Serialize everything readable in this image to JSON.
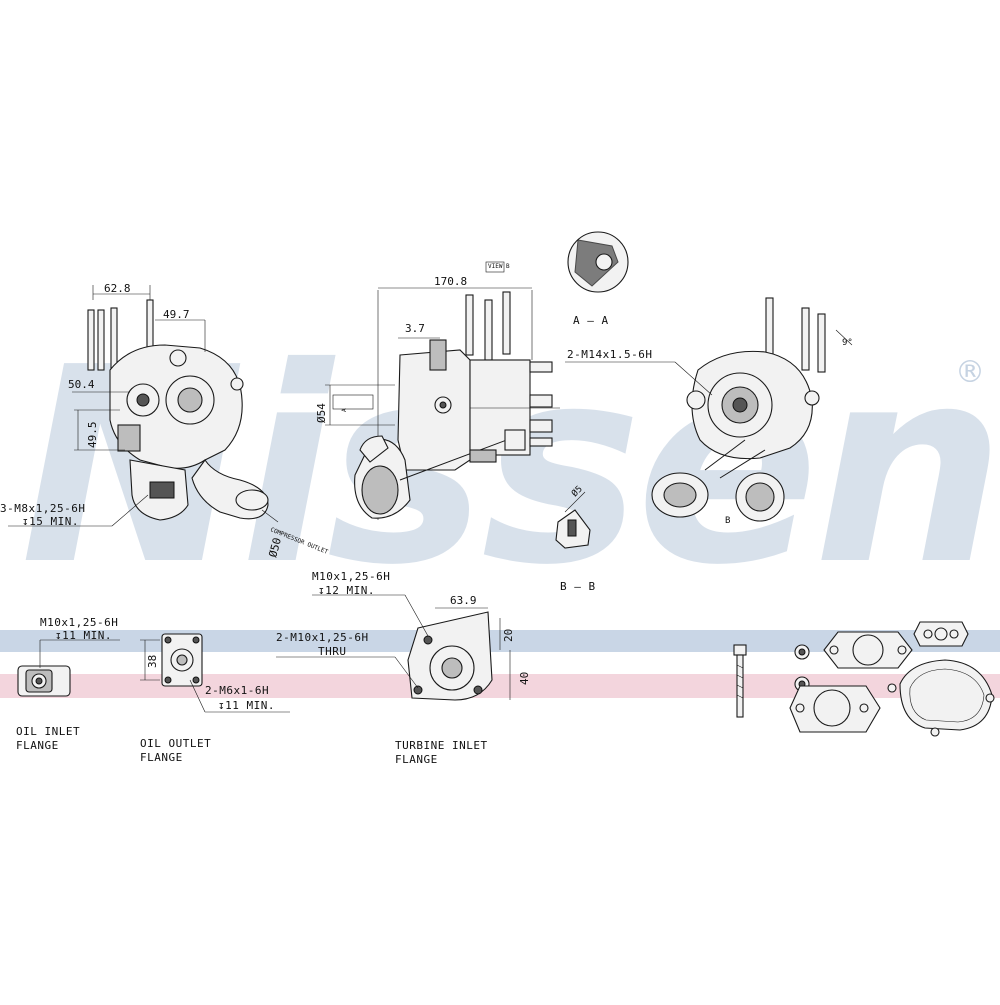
{
  "watermark": {
    "brand": "Nissens",
    "registered": "®",
    "band_blue": "#c9d6e6",
    "band_red": "#f3d5dd"
  },
  "views": {
    "left": {
      "dims": {
        "d1": "62.8",
        "d2": "49.7",
        "d3": "50.4",
        "d4": "49.5"
      },
      "thread": "3-M8x1,25-6H",
      "depth": "↧15 MIN.",
      "bore": "Ø50",
      "note": "COMPRESSOR OUTLET"
    },
    "center": {
      "dims": {
        "width": "170.8",
        "d37": "3.7",
        "d54": "Ø54"
      },
      "marker": "VIEW B",
      "marker2": "A"
    },
    "section_aa": {
      "label": "A – A"
    },
    "right": {
      "thread": "2-M14x1.5-6H",
      "angle": "9°",
      "b_mark": "B"
    },
    "section_bb": {
      "label": "B – B",
      "dim": "Ø5"
    }
  },
  "flanges": {
    "oil_inlet": {
      "thread": "M10x1,25-6H",
      "depth": "↧11 MIN.",
      "label_line1": "OIL INLET",
      "label_line2": "FLANGE"
    },
    "oil_outlet": {
      "dim": "38",
      "thread": "2-M6x1-6H",
      "depth": "↧11 MIN.",
      "label_line1": "OIL OUTLET",
      "label_line2": "FLANGE"
    },
    "turbine_inlet": {
      "thread_top": "M10x1,25-6H",
      "depth_top": "↧12 MIN.",
      "thread": "2-M10x1,25-6H",
      "thru": "THRU",
      "dim_w": "63.9",
      "dim_20": "20",
      "dim_40": "40",
      "label_line1": "TURBINE INLET",
      "label_line2": "FLANGE"
    }
  }
}
